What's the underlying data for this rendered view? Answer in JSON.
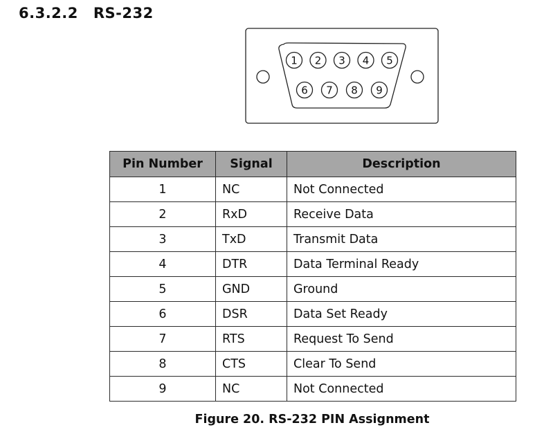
{
  "section": {
    "number": "6.3.2.2",
    "title": "RS-232"
  },
  "connector": {
    "top_row_pins": [
      "1",
      "2",
      "3",
      "4",
      "5"
    ],
    "bottom_row_pins": [
      "6",
      "7",
      "8",
      "9"
    ]
  },
  "table": {
    "headers": [
      "Pin Number",
      "Signal",
      "Description"
    ],
    "rows": [
      {
        "pin": "1",
        "signal": "NC",
        "description": "Not Connected"
      },
      {
        "pin": "2",
        "signal": "RxD",
        "description": "Receive Data"
      },
      {
        "pin": "3",
        "signal": "TxD",
        "description": "Transmit Data"
      },
      {
        "pin": "4",
        "signal": "DTR",
        "description": "Data Terminal Ready"
      },
      {
        "pin": "5",
        "signal": "GND",
        "description": "Ground"
      },
      {
        "pin": "6",
        "signal": "DSR",
        "description": "Data Set Ready"
      },
      {
        "pin": "7",
        "signal": "RTS",
        "description": "Request To Send"
      },
      {
        "pin": "8",
        "signal": "CTS",
        "description": "Clear To Send"
      },
      {
        "pin": "9",
        "signal": "NC",
        "description": "Not Connected"
      }
    ]
  },
  "caption": "Figure 20. RS-232 PIN Assignment"
}
